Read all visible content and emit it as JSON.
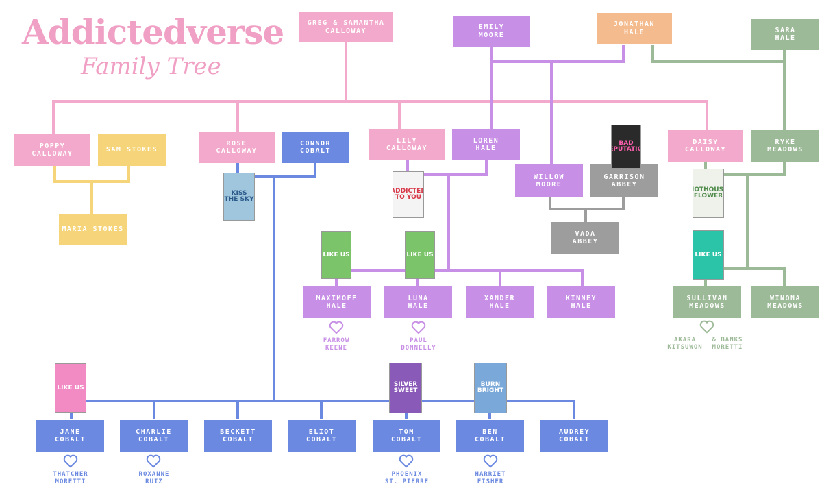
{
  "title": "Addictedverse",
  "subtitle": "Family Tree",
  "colors": {
    "pink": "#f2a9cb",
    "purple": "#c88fe6",
    "orange": "#f4bb8e",
    "sage": "#9dba98",
    "yellow": "#f6d57a",
    "gray": "#9d9d9d",
    "blue": "#6b89e0",
    "title": "#f0a0c4"
  },
  "people": {
    "greg_samantha": "GREG & SAMANTHA\nCALLOWAY",
    "emily": "EMILY\nMOORE",
    "jonathan": "JONATHAN\nHALE",
    "sara": "SARA\nHALE",
    "poppy": "POPPY\nCALLOWAY",
    "sam": "SAM STOKES",
    "maria": "MARIA STOKES",
    "rose": "ROSE\nCALLOWAY",
    "connor": "CONNOR\nCOBALT",
    "lily": "LILY\nCALLOWAY",
    "loren": "LOREN\nHALE",
    "willow": "WILLOW\nMOORE",
    "garrison": "GARRISON\nABBEY",
    "vada": "VADA\nABBEY",
    "daisy": "DAISY\nCALLOWAY",
    "ryke": "RYKE\nMEADOWS",
    "maximoff": "MAXIMOFF\nHALE",
    "luna": "LUNA\nHALE",
    "xander": "XANDER\nHALE",
    "kinney": "KINNEY\nHALE",
    "sullivan": "SULLIVAN\nMEADOWS",
    "winona": "WINONA\nMEADOWS",
    "jane": "JANE\nCOBALT",
    "charlie": "CHARLIE\nCOBALT",
    "beckett": "BECKETT\nCOBALT",
    "eliot": "ELIOT\nCOBALT",
    "tom": "TOM\nCOBALT",
    "ben": "BEN\nCOBALT",
    "audrey": "AUDREY\nCOBALT"
  },
  "partners": {
    "farrow": "FARROW\nKEENE",
    "paul": "PAUL\nDONNELLY",
    "akara": "AKARA\nKITSUWON",
    "banks": "& BANKS\nMORETTI",
    "thatcher": "THATCHER\nMORETTI",
    "roxanne": "ROXANNE\nRUIZ",
    "phoenix": "PHOENIX\nST. PIERRE",
    "harriet": "HARRIET\nFISHER"
  },
  "books": {
    "kiss_the_sky": "KISS THE SKY",
    "addicted_to_you": "ADDICTED TO YOU",
    "bad_reputation": "BAD REPUTATION",
    "hothouse_flower": "HOTHOUSE FLOWER",
    "like_us_1": "LIKE US",
    "like_us_2": "LIKE US",
    "like_us_3": "LIKE US",
    "like_us_4": "LIKE US",
    "silver_sweet": "SILVER SWEET",
    "burn_bright": "BURN BRIGHT"
  }
}
